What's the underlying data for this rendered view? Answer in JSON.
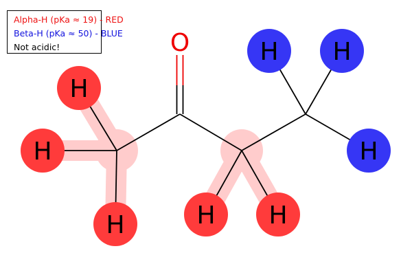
{
  "legend": {
    "alpha_text": "Alpha-H (pKa ≈ 19) - RED",
    "alpha_color": "#ee1111",
    "beta_text": "Beta-H (pKa ≈ 50) - BLUE",
    "beta_color": "#1111dd",
    "none_text": "Not acidic!",
    "none_color": "#000000"
  },
  "molecule": {
    "oxygen_label": "O",
    "oxygen_color": "#ee0000",
    "hydrogen_label": "H",
    "alpha_h_color": "#ff3b3b",
    "beta_h_color": "#3636f5",
    "highlight_color": "#ffcccc",
    "alpha_hydrogens": [
      "H",
      "H",
      "H",
      "H",
      "H"
    ],
    "beta_hydrogens": [
      "H",
      "H",
      "H"
    ]
  }
}
